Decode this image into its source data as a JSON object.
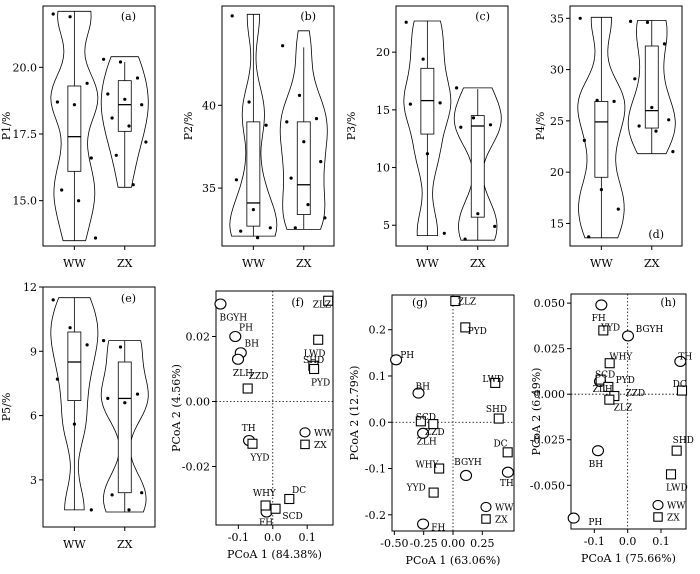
{
  "chart_data": [
    {
      "panel": "(a)",
      "type": "violin",
      "ylabel": "P1/%",
      "categories": [
        "WW",
        "ZX"
      ],
      "ylim": [
        13.3,
        22.3
      ],
      "yticks": [
        15.0,
        17.5,
        20.0
      ],
      "ytick_labels": [
        "15.0",
        "17.5",
        "20.0"
      ],
      "groups": [
        {
          "name": "WW",
          "violin_range": [
            13.5,
            22.1
          ],
          "box": {
            "q1": 16.1,
            "median": 17.4,
            "q3": 19.3
          },
          "whisker": [
            13.5,
            22.1
          ],
          "points": [
            22.0,
            21.9,
            19.4,
            18.7,
            18.6,
            16.6,
            15.4,
            15.0,
            13.6
          ]
        },
        {
          "name": "ZX",
          "violin_range": [
            15.5,
            20.4
          ],
          "box": {
            "q1": 17.6,
            "median": 18.6,
            "q3": 19.5
          },
          "whisker": [
            15.5,
            20.2
          ],
          "points": [
            20.3,
            20.2,
            19.6,
            19.0,
            18.8,
            18.6,
            18.1,
            17.8,
            17.2,
            16.7,
            15.6
          ]
        }
      ]
    },
    {
      "panel": "(b)",
      "type": "violin",
      "ylabel": "P2/%",
      "categories": [
        "WW",
        "ZX"
      ],
      "ylim": [
        31.5,
        46.0
      ],
      "yticks": [
        35,
        40
      ],
      "ytick_labels": [
        "35",
        "40"
      ],
      "groups": [
        {
          "name": "WW",
          "violin_range": [
            32.1,
            45.5
          ],
          "box": {
            "q1": 32.7,
            "median": 34.1,
            "q3": 39.0
          },
          "whisker": [
            32.1,
            45.5
          ],
          "points": [
            45.4,
            40.2,
            38.8,
            35.5,
            33.7,
            32.6,
            32.4,
            32.0
          ]
        },
        {
          "name": "ZX",
          "violin_range": [
            32.5,
            44.5
          ],
          "box": {
            "q1": 33.4,
            "median": 35.2,
            "q3": 39.0
          },
          "whisker": [
            32.5,
            43.5
          ],
          "points": [
            43.6,
            40.6,
            39.2,
            39.0,
            37.8,
            36.6,
            35.6,
            34.0,
            33.2,
            32.6
          ]
        }
      ]
    },
    {
      "panel": "(c)",
      "type": "violin",
      "ylabel": "P3/%",
      "categories": [
        "WW",
        "ZX"
      ],
      "ylim": [
        3.2,
        24.0
      ],
      "yticks": [
        5,
        10,
        15,
        20
      ],
      "ytick_labels": [
        "5",
        "10",
        "15",
        "20"
      ],
      "groups": [
        {
          "name": "WW",
          "violin_range": [
            4.1,
            22.7
          ],
          "box": {
            "q1": 12.9,
            "median": 15.8,
            "q3": 18.6
          },
          "whisker": [
            4.1,
            22.7
          ],
          "points": [
            22.6,
            19.4,
            15.6,
            15.5,
            11.2,
            4.3
          ]
        },
        {
          "name": "ZX",
          "violin_range": [
            3.7,
            16.9
          ],
          "box": {
            "q1": 5.7,
            "median": 13.6,
            "q3": 14.5
          },
          "whisker": [
            3.7,
            16.8
          ],
          "points": [
            16.9,
            14.3,
            13.7,
            13.5,
            6.0,
            4.9,
            3.8
          ]
        }
      ]
    },
    {
      "panel": "(d)",
      "type": "violin",
      "ylabel": "P4/%",
      "categories": [
        "WW",
        "ZX"
      ],
      "ylim": [
        12.8,
        36.2
      ],
      "yticks": [
        15,
        20,
        25,
        30,
        35
      ],
      "ytick_labels": [
        "15",
        "20",
        "25",
        "30",
        "35"
      ],
      "groups": [
        {
          "name": "WW",
          "violin_range": [
            13.6,
            35.1
          ],
          "box": {
            "q1": 19.5,
            "median": 24.9,
            "q3": 26.9
          },
          "whisker": [
            13.6,
            35.1
          ],
          "points": [
            35.0,
            27.0,
            26.9,
            23.1,
            18.3,
            16.4,
            13.7
          ]
        },
        {
          "name": "ZX",
          "violin_range": [
            21.8,
            34.8
          ],
          "box": {
            "q1": 24.3,
            "median": 26.0,
            "q3": 32.3
          },
          "whisker": [
            21.8,
            34.8
          ],
          "points": [
            34.7,
            34.6,
            32.5,
            29.1,
            26.3,
            25.1,
            24.5,
            24.0,
            22.0
          ]
        }
      ]
    },
    {
      "panel": "(e)",
      "type": "violin",
      "ylabel": "P5/%",
      "categories": [
        "WW",
        "ZX"
      ],
      "ylim": [
        0.8,
        12.0
      ],
      "yticks": [
        3,
        6,
        9,
        12
      ],
      "ytick_labels": [
        "3",
        "6",
        "9",
        "12"
      ],
      "groups": [
        {
          "name": "WW",
          "violin_range": [
            1.6,
            11.5
          ],
          "box": {
            "q1": 6.7,
            "median": 8.5,
            "q3": 9.9
          },
          "whisker": [
            1.6,
            11.5
          ],
          "points": [
            11.4,
            10.1,
            9.3,
            7.7,
            5.6,
            1.6
          ]
        },
        {
          "name": "ZX",
          "violin_range": [
            1.5,
            9.5
          ],
          "box": {
            "q1": 2.4,
            "median": 6.8,
            "q3": 8.5
          },
          "whisker": [
            1.5,
            9.5
          ],
          "points": [
            9.5,
            9.2,
            7.0,
            6.8,
            6.6,
            2.4,
            2.3,
            1.6
          ]
        }
      ]
    },
    {
      "panel": "(f)",
      "type": "scatter",
      "xlabel": "PCoA 1 (84.38%)",
      "ylabel": "PCoA 2 (4.56%)",
      "xlim": [
        -0.165,
        0.175
      ],
      "ylim": [
        -0.038,
        0.034
      ],
      "xticks": [
        -0.1,
        0.0,
        0.1
      ],
      "xtick_labels": [
        "-0.1",
        "0.0",
        "0.1"
      ],
      "yticks": [
        -0.02,
        0.0,
        0.02
      ],
      "ytick_labels": [
        "-0.02",
        "0.00",
        "0.02"
      ],
      "legend": {
        "position": "right-middle",
        "entries": [
          {
            "label": "WW",
            "marker": "circle"
          },
          {
            "label": "ZX",
            "marker": "square"
          }
        ]
      },
      "series": [
        {
          "name": "WW",
          "marker": "circle",
          "points": [
            {
              "label": "BGYH",
              "x": -0.152,
              "y": 0.03
            },
            {
              "label": "PH",
              "x": -0.109,
              "y": 0.02
            },
            {
              "label": "BH",
              "x": -0.093,
              "y": 0.015
            },
            {
              "label": "ZLH",
              "x": -0.101,
              "y": 0.013
            },
            {
              "label": "TH",
              "x": -0.069,
              "y": -0.012
            },
            {
              "label": "FH",
              "x": -0.018,
              "y": -0.034
            }
          ]
        },
        {
          "name": "ZX",
          "marker": "square",
          "points": [
            {
              "label": "ZLZ",
              "x": 0.161,
              "y": 0.031
            },
            {
              "label": "LWD",
              "x": 0.132,
              "y": 0.019
            },
            {
              "label": "SHD",
              "x": 0.118,
              "y": 0.011
            },
            {
              "label": "PYD",
              "x": 0.12,
              "y": 0.01
            },
            {
              "label": "ZZD",
              "x": -0.073,
              "y": 0.004
            },
            {
              "label": "YYD",
              "x": -0.059,
              "y": -0.013
            },
            {
              "label": "WHY",
              "x": -0.021,
              "y": -0.032
            },
            {
              "label": "DC",
              "x": 0.048,
              "y": -0.03
            },
            {
              "label": "SCD",
              "x": 0.008,
              "y": -0.033
            }
          ]
        }
      ],
      "point_labels": [
        {
          "text": "BGYH",
          "x": -0.155,
          "y": 0.026
        },
        {
          "text": "PH",
          "x": -0.098,
          "y": 0.023
        },
        {
          "text": "BH",
          "x": -0.082,
          "y": 0.018
        },
        {
          "text": "ZLH",
          "x": -0.116,
          "y": 0.009
        },
        {
          "text": "ZZD",
          "x": -0.07,
          "y": 0.008
        },
        {
          "text": "TH",
          "x": -0.09,
          "y": -0.008
        },
        {
          "text": "YYD",
          "x": -0.065,
          "y": -0.017
        },
        {
          "text": "ZLZ",
          "x": 0.116,
          "y": 0.03
        },
        {
          "text": "LWD",
          "x": 0.09,
          "y": 0.015
        },
        {
          "text": "SHD",
          "x": 0.088,
          "y": 0.013
        },
        {
          "text": "PYD",
          "x": 0.111,
          "y": 0.006
        },
        {
          "text": "WHY",
          "x": -0.058,
          "y": -0.028
        },
        {
          "text": "DC",
          "x": 0.056,
          "y": -0.027
        },
        {
          "text": "FH",
          "x": -0.04,
          "y": -0.037
        },
        {
          "text": "SCD",
          "x": 0.028,
          "y": -0.035
        }
      ]
    },
    {
      "panel": "(g)",
      "type": "scatter",
      "xlabel": "PCoA 1 (63.06%)",
      "ylabel": "PCoA 2 (12.79%)",
      "xlim": [
        -0.52,
        0.52
      ],
      "ylim": [
        -0.235,
        0.275
      ],
      "xticks": [
        -0.5,
        -0.25,
        0.0,
        0.25
      ],
      "xtick_labels": [
        "-0.50",
        "-0.25",
        "0.00",
        "0.25"
      ],
      "yticks": [
        -0.2,
        -0.1,
        0.0,
        0.1,
        0.2
      ],
      "ytick_labels": [
        "-0.2",
        "-0.1",
        "0.0",
        "0.1",
        "0.2"
      ],
      "legend": {
        "position": "bottom-right",
        "entries": [
          {
            "label": "WW",
            "marker": "circle"
          },
          {
            "label": "ZX",
            "marker": "square"
          }
        ]
      },
      "series": [
        {
          "name": "WW",
          "marker": "circle",
          "points": [
            {
              "label": "PH",
              "x": -0.485,
              "y": 0.135
            },
            {
              "label": "BH",
              "x": -0.294,
              "y": 0.063
            },
            {
              "label": "ZLH",
              "x": -0.255,
              "y": -0.024
            },
            {
              "label": "BGYH",
              "x": 0.111,
              "y": -0.115
            },
            {
              "label": "TH",
              "x": 0.468,
              "y": -0.108
            },
            {
              "label": "FH",
              "x": -0.255,
              "y": -0.22
            }
          ]
        },
        {
          "name": "ZX",
          "marker": "square",
          "points": [
            {
              "label": "ZLZ",
              "x": 0.02,
              "y": 0.262
            },
            {
              "label": "PYD",
              "x": 0.105,
              "y": 0.205
            },
            {
              "label": "LWD",
              "x": 0.36,
              "y": 0.085
            },
            {
              "label": "SHD",
              "x": 0.39,
              "y": 0.008
            },
            {
              "label": "SCD",
              "x": -0.274,
              "y": 0.002
            },
            {
              "label": "ZZD",
              "x": -0.168,
              "y": -0.004
            },
            {
              "label": "DC",
              "x": 0.466,
              "y": -0.065
            },
            {
              "label": "WHY",
              "x": -0.118,
              "y": -0.1
            },
            {
              "label": "YYD",
              "x": -0.165,
              "y": -0.152
            }
          ]
        }
      ],
      "point_labels": [
        {
          "text": "PH",
          "x": -0.45,
          "y": 0.146
        },
        {
          "text": "BH",
          "x": -0.32,
          "y": 0.078
        },
        {
          "text": "SCD",
          "x": -0.318,
          "y": 0.012
        },
        {
          "text": "ZLH",
          "x": -0.31,
          "y": -0.04
        },
        {
          "text": "ZZD",
          "x": -0.24,
          "y": -0.02
        },
        {
          "text": "ZLZ",
          "x": 0.04,
          "y": 0.262
        },
        {
          "text": "PYD",
          "x": 0.125,
          "y": 0.198
        },
        {
          "text": "LWD",
          "x": 0.25,
          "y": 0.095
        },
        {
          "text": "SHD",
          "x": 0.28,
          "y": 0.03
        },
        {
          "text": "DC",
          "x": 0.345,
          "y": -0.045
        },
        {
          "text": "TH",
          "x": 0.4,
          "y": -0.13
        },
        {
          "text": "WHY",
          "x": -0.32,
          "y": -0.09
        },
        {
          "text": "BGYH",
          "x": 0.01,
          "y": -0.085
        },
        {
          "text": "YYD",
          "x": -0.395,
          "y": -0.14
        },
        {
          "text": "FH",
          "x": -0.185,
          "y": -0.226
        }
      ]
    },
    {
      "panel": "(h)",
      "type": "scatter",
      "xlabel": "PCoA 1 (75.66%)",
      "ylabel": "PCoA 2 (6.49%)",
      "xlim": [
        -0.17,
        0.175
      ],
      "ylim": [
        -0.074,
        0.055
      ],
      "xticks": [
        -0.1,
        0.0,
        0.1
      ],
      "xtick_labels": [
        "-0.1",
        "0.0",
        "0.1"
      ],
      "yticks": [
        -0.05,
        -0.025,
        0.0,
        0.025,
        0.05
      ],
      "ytick_labels": [
        "-0.050",
        "-0.025",
        "0.000",
        "0.025",
        "0.050"
      ],
      "legend": {
        "position": "bottom-right",
        "entries": [
          {
            "label": "WW",
            "marker": "circle"
          },
          {
            "label": "ZX",
            "marker": "square"
          }
        ]
      },
      "series": [
        {
          "name": "WW",
          "marker": "circle",
          "points": [
            {
              "label": "FH",
              "x": -0.079,
              "y": 0.049
            },
            {
              "label": "BGYH",
              "x": 0.001,
              "y": 0.032
            },
            {
              "label": "TH",
              "x": 0.158,
              "y": 0.018
            },
            {
              "label": "ZLH",
              "x": -0.083,
              "y": 0.007
            },
            {
              "label": "BH",
              "x": -0.089,
              "y": -0.031
            },
            {
              "label": "PH",
              "x": -0.162,
              "y": -0.068
            }
          ]
        },
        {
          "name": "ZX",
          "marker": "square",
          "points": [
            {
              "label": "YYD",
              "x": -0.073,
              "y": 0.035
            },
            {
              "label": "WHY",
              "x": -0.054,
              "y": 0.017
            },
            {
              "label": "SCD",
              "x": -0.081,
              "y": 0.008
            },
            {
              "label": "PYD",
              "x": -0.058,
              "y": 0.004
            },
            {
              "label": "ZZD",
              "x": -0.04,
              "y": -0.001
            },
            {
              "label": "ZLZ",
              "x": -0.055,
              "y": -0.003
            },
            {
              "label": "DC",
              "x": 0.163,
              "y": 0.002
            },
            {
              "label": "SHD",
              "x": 0.147,
              "y": -0.031
            },
            {
              "label": "LWD",
              "x": 0.13,
              "y": -0.044
            }
          ]
        }
      ],
      "point_labels": [
        {
          "text": "FH",
          "x": -0.108,
          "y": 0.042
        },
        {
          "text": "YYD",
          "x": -0.08,
          "y": 0.037
        },
        {
          "text": "BGYH",
          "x": 0.024,
          "y": 0.036
        },
        {
          "text": "WHY",
          "x": -0.055,
          "y": 0.021
        },
        {
          "text": "TH",
          "x": 0.152,
          "y": 0.021
        },
        {
          "text": "SCD",
          "x": -0.098,
          "y": 0.011
        },
        {
          "text": "PYD",
          "x": -0.036,
          "y": 0.008
        },
        {
          "text": "DC",
          "x": 0.135,
          "y": 0.006
        },
        {
          "text": "ZLH",
          "x": -0.105,
          "y": 0.003
        },
        {
          "text": "ZZD",
          "x": -0.007,
          "y": 0.001
        },
        {
          "text": "ZLZ",
          "x": -0.042,
          "y": -0.007
        },
        {
          "text": "BH",
          "x": -0.117,
          "y": -0.038
        },
        {
          "text": "SHD",
          "x": 0.135,
          "y": -0.025
        },
        {
          "text": "LWD",
          "x": 0.115,
          "y": -0.051
        },
        {
          "text": "PH",
          "x": -0.118,
          "y": -0.07
        }
      ]
    }
  ]
}
